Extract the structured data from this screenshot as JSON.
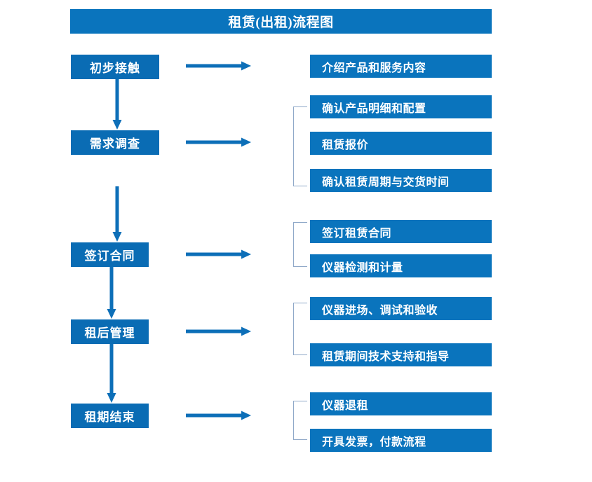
{
  "diagram": {
    "title": "租赁(出租)流程图",
    "colors": {
      "box_blue": "#0a74bd",
      "stage_blue": "#0a6cb4",
      "arrow_blue": "#0d6fb8",
      "bracket_gray_blue": "#8fa8c8",
      "text_white": "#ffffff",
      "background": "#ffffff"
    },
    "stages": [
      {
        "label": "初步接触"
      },
      {
        "label": "需求调查"
      },
      {
        "label": "签订合同"
      },
      {
        "label": "租后管理"
      },
      {
        "label": "租期结束"
      }
    ],
    "details": [
      {
        "label": "介绍产品和服务内容"
      },
      {
        "label": "确认产品明细和配置"
      },
      {
        "label": "租赁报价"
      },
      {
        "label": "确认租赁周期与交货时间"
      },
      {
        "label": "签订租赁合同"
      },
      {
        "label": "仪器检测和计量"
      },
      {
        "label": "仪器进场、调试和验收"
      },
      {
        "label": "租赁期间技术支持和指导"
      },
      {
        "label": "仪器退租"
      },
      {
        "label": "开具发票，付款流程"
      }
    ]
  }
}
